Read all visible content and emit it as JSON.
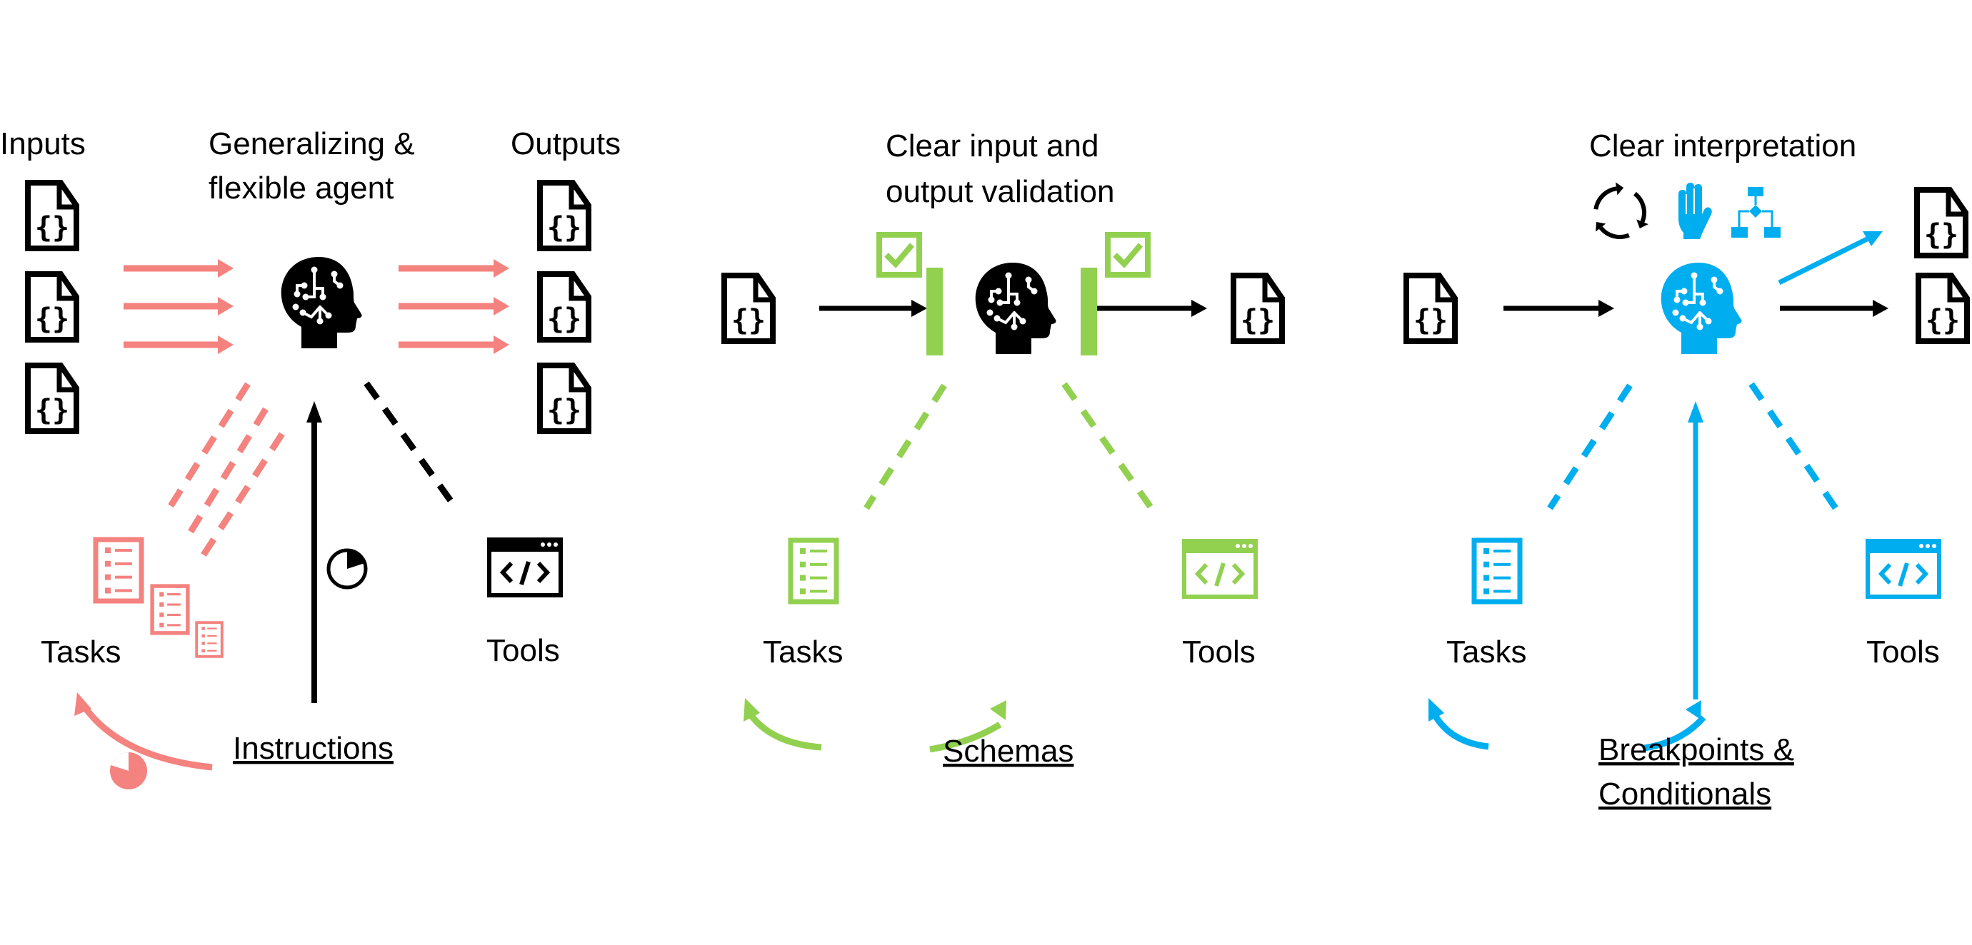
{
  "colors": {
    "red": "#F4827E",
    "green": "#92D050",
    "blue": "#00AEEF",
    "black": "#000000"
  },
  "panels": [
    {
      "id": "generalizing",
      "accent": "red",
      "title_lines": [
        "Generalizing &",
        "flexible agent"
      ],
      "inputs_label": "Inputs",
      "outputs_label": "Outputs",
      "tasks_label": "Tasks",
      "tools_label": "Tools",
      "center_label": "Instructions",
      "input_docs": 3,
      "output_docs": 3,
      "progress_black": 0.2,
      "progress_red": 0.8
    },
    {
      "id": "validation",
      "accent": "green",
      "title_lines": [
        "Clear input and",
        "output validation"
      ],
      "tasks_label": "Tasks",
      "tools_label": "Tools",
      "center_label": "Schemas",
      "input_docs": 1,
      "output_docs": 1
    },
    {
      "id": "interpretation",
      "accent": "blue",
      "title_lines": [
        "Clear interpretation"
      ],
      "tasks_label": "Tasks",
      "tools_label": "Tools",
      "center_label_lines": [
        "Breakpoints &",
        "Conditionals"
      ],
      "input_docs": 1,
      "output_docs": 2,
      "top_icons": [
        "refresh-icon",
        "hand-stop-icon",
        "flowchart-icon"
      ]
    }
  ],
  "glyphs": {
    "braces": "{ }",
    "code": "</>"
  }
}
